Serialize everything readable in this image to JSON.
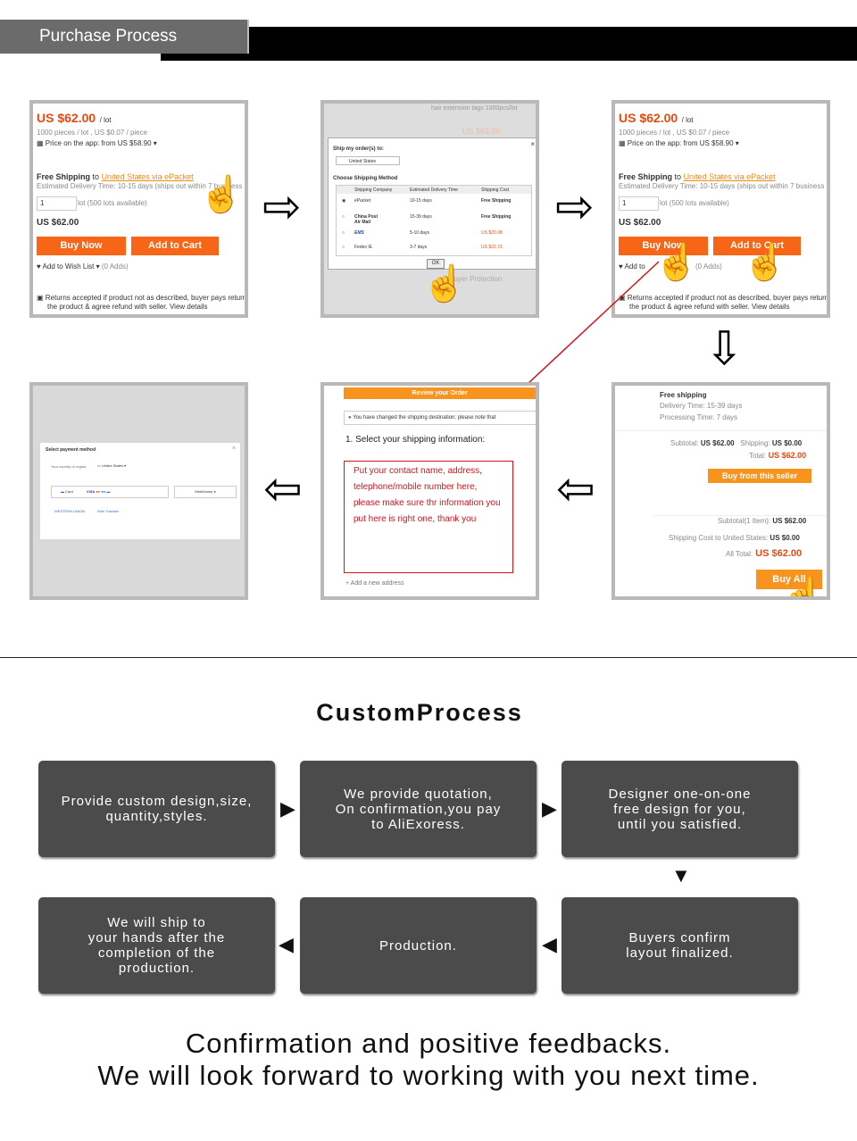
{
  "header": {
    "title": "Purchase Process"
  },
  "panel1": {
    "price": "US $62.00",
    "per_lot": "/ lot",
    "pieces": "1000 pieces / lot , US $0.07 / piece",
    "app_price": "Price on the app: from US $58.90",
    "free_shipping": "Free Shipping",
    "to": "to",
    "ship_link": "United States via ePacket",
    "delivery": "Estimated Delivery Time: 10-15 days (ships out within 7 business",
    "qty": "1",
    "lots_avail": "lot (500 lots available)",
    "total": "US $62.00",
    "buy_now": "Buy Now",
    "add_to_cart": "Add to Cart",
    "wish": "Add to Wish List",
    "adds": "(0 Adds)",
    "returns": "Returns accepted if product not as described, buyer pays return",
    "returns2": "the product & agree refund with seller. View details"
  },
  "panel2": {
    "bg_text": "hair extension tags 1000pcs/lot",
    "bg_price": "US $62.00",
    "ship_orders": "Ship my order(s) to:",
    "country": "United States",
    "choose": "Choose Shipping Method",
    "columns": [
      "Shipping Company",
      "Estimated Delivery Time",
      "Shipping Cost"
    ],
    "rows": [
      {
        "company": "ePacket",
        "time": "10-15 days",
        "cost": "Free Shipping"
      },
      {
        "company": "China Post Air Mail",
        "time": "15-39 days",
        "cost": "Free Shipping"
      },
      {
        "company": "EMS",
        "time": "5-10 days",
        "cost": "US $20.08"
      },
      {
        "company": "Fedex IE",
        "time": "3-7 days",
        "cost": "US $22.73"
      }
    ],
    "ok": "OK",
    "protection": "Buyer Protection"
  },
  "panel3": {
    "buy_now": "Buy Now",
    "add_to_cart": "Add to Cart",
    "add_to": "Add to"
  },
  "panel4": {
    "free_shipping": "Free shipping",
    "delivery": "Delivery Time: 15-39 days",
    "processing": "Processing Time: 7 days",
    "subtotal_lbl": "Subtotal:",
    "subtotal": "US $62.00",
    "shipping_lbl": "Shipping:",
    "shipping": "US $0.00",
    "total_lbl": "Total:",
    "total": "US $62.00",
    "buy_from_seller": "Buy from this seller",
    "subtotal1_lbl": "Subtotal(1 Item):",
    "subtotal1": "US $62.00",
    "ship_cost_lbl": "Shipping Cost to United States:",
    "ship_cost": "US $0.00",
    "all_total_lbl": "All Total:",
    "all_total": "US $62.00",
    "buy_all": "Buy All"
  },
  "panel5": {
    "review": "Review your Order",
    "notice": "You have changed the shipping destination; please note that",
    "step1": "1. Select your shipping information:",
    "note": "Put your contact name, address, telephone/mobile number here, please make sure thr information you put here is right one, thank you",
    "add_address": "Add a new address"
  },
  "panel6": {
    "select_method": "Select payment method",
    "country_lbl": "Your country or region:",
    "country": "United States",
    "card": "Card",
    "webmoney": "WebMoney",
    "western_union": "WESTERN UNION",
    "wire": "Wire Transfer"
  },
  "custom": {
    "title": "CustomProcess",
    "steps": [
      "Provide custom design,size,\nquantity,styles.",
      "We provide quotation,\nOn confirmation,you pay\nto AliExoress.",
      "Designer one-on-one\nfree design for you,\nuntil you satisfied.",
      "Buyers confirm\nlayout finalized.",
      "Production.",
      "We will ship to\nyour hands after the\ncompletion of the\nproduction."
    ]
  },
  "footer": {
    "line1": "Confirmation and positive feedbacks.",
    "line2": "We will look forward to working with you next time."
  },
  "colors": {
    "accent": "#f76617",
    "price": "#e8490f",
    "box": "#4b4b4b",
    "arrow_red": "#d8121a"
  }
}
